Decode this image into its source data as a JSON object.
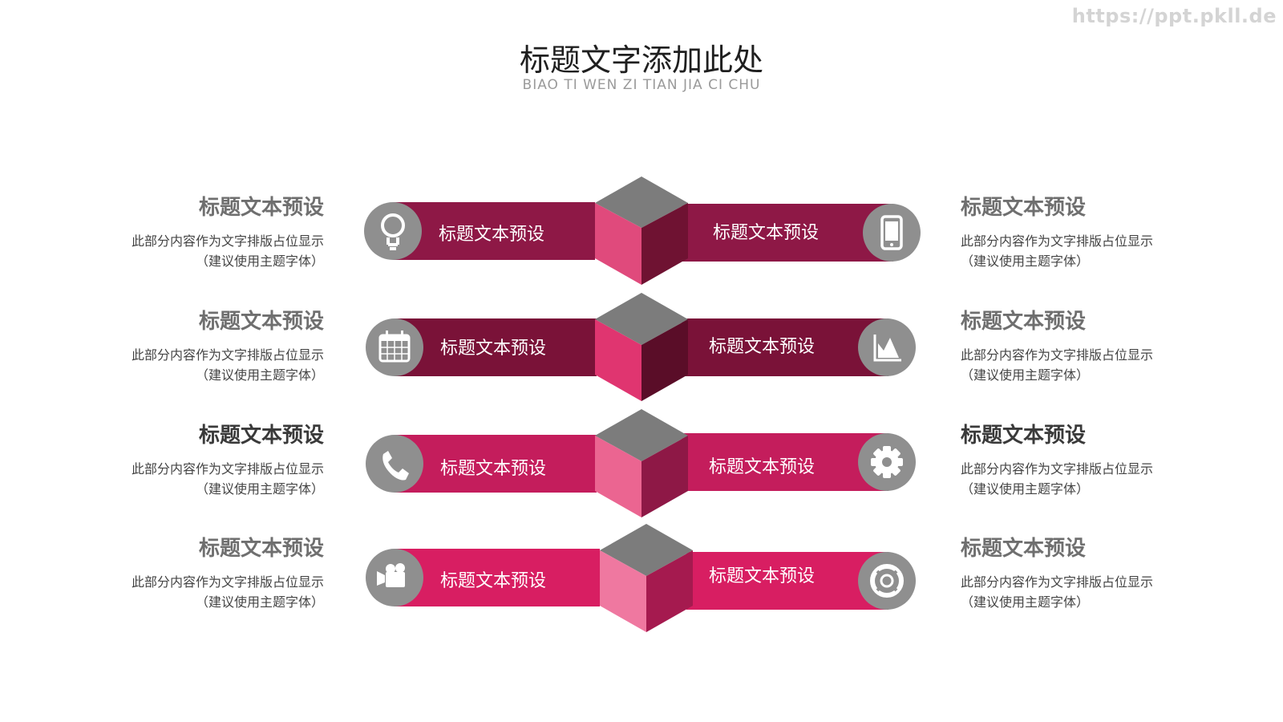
{
  "watermark": "https://ppt.pkll.de",
  "title": "标题文字添加此处",
  "subtitle": "BIAO TI WEN ZI TIAN JIA CI CHU",
  "rows": [
    {
      "left": {
        "heading": "标题文本预设",
        "line1": "此部分内容作为文字排版占位显示",
        "line2": "（建议使用主题字体）"
      },
      "bar_left_label": "标题文本预设",
      "bar_right_label": "标题文本预设",
      "right": {
        "heading": "标题文本预设",
        "line1": "此部分内容作为文字排版占位显示",
        "line2": "（建议使用主题字体）"
      },
      "left_icon": "lightbulb-icon",
      "right_icon": "smartphone-icon",
      "colors": {
        "bar": "#8e1846",
        "cube_front": "#e04a7c",
        "cube_side": "#6f1232",
        "cube_top": "#7c7c7c"
      }
    },
    {
      "left": {
        "heading": "标题文本预设",
        "line1": "此部分内容作为文字排版占位显示",
        "line2": "（建议使用主题字体）"
      },
      "bar_left_label": "标题文本预设",
      "bar_right_label": "标题文本预设",
      "right": {
        "heading": "标题文本预设",
        "line1": "此部分内容作为文字排版占位显示",
        "line2": "（建议使用主题字体）"
      },
      "left_icon": "calendar-icon",
      "right_icon": "area-chart-icon",
      "colors": {
        "bar": "#7a1238",
        "cube_front": "#e03570",
        "cube_side": "#5a0d28",
        "cube_top": "#7c7c7c"
      }
    },
    {
      "left": {
        "heading": "标题文本预设",
        "line1": "此部分内容作为文字排版占位显示",
        "line2": "（建议使用主题字体）"
      },
      "bar_left_label": "标题文本预设",
      "bar_right_label": "标题文本预设",
      "right": {
        "heading": "标题文本预设",
        "line1": "此部分内容作为文字排版占位显示",
        "line2": "（建议使用主题字体）"
      },
      "left_icon": "phone-icon",
      "right_icon": "gear-icon",
      "colors": {
        "bar": "#c41d5c",
        "cube_front": "#eb6591",
        "cube_side": "#8e1846",
        "cube_top": "#7c7c7c"
      }
    },
    {
      "left": {
        "heading": "标题文本预设",
        "line1": "此部分内容作为文字排版占位显示",
        "line2": "（建议使用主题字体）"
      },
      "bar_left_label": "标题文本预设",
      "bar_right_label": "标题文本预设",
      "right": {
        "heading": "标题文本预设",
        "line1": "此部分内容作为文字排版占位显示",
        "line2": "（建议使用主题字体）"
      },
      "left_icon": "video-camera-icon",
      "right_icon": "lifebuoy-icon",
      "colors": {
        "bar": "#d81e62",
        "cube_front": "#ef78a0",
        "cube_side": "#a51a4f",
        "cube_top": "#7c7c7c"
      }
    }
  ]
}
